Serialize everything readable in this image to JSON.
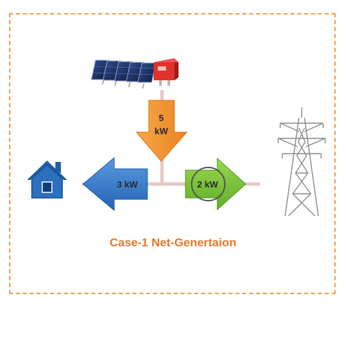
{
  "diagram": {
    "caption": "Case-1 Net-Genertaion",
    "solar_flow": {
      "line1": "5",
      "line2": "kW"
    },
    "home_flow": {
      "label": "3 kW"
    },
    "grid_flow": {
      "label": "2 kW"
    },
    "colors": {
      "frame": "#f0a050",
      "caption": "#e8782a",
      "solar_arrow": "#f0922e",
      "home_arrow": "#2f73c4",
      "grid_arrow": "#78c235",
      "house": "#1f5fa8",
      "wire": "#e7c7c7"
    },
    "icons": [
      "solar-panel-icon",
      "inverter-icon",
      "house-icon",
      "transmission-tower-icon"
    ]
  }
}
